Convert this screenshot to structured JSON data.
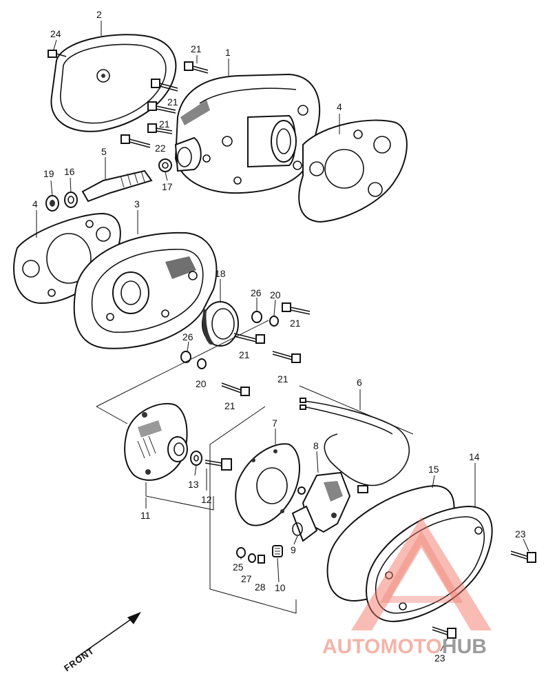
{
  "callouts": [
    {
      "id": "c2",
      "text": "2"
    },
    {
      "id": "c24",
      "text": "24"
    },
    {
      "id": "c21a",
      "text": "21"
    },
    {
      "id": "c1",
      "text": "1"
    },
    {
      "id": "c21b",
      "text": "21"
    },
    {
      "id": "c21c",
      "text": "21"
    },
    {
      "id": "c22",
      "text": "22"
    },
    {
      "id": "c4a",
      "text": "4"
    },
    {
      "id": "c5",
      "text": "5"
    },
    {
      "id": "c19",
      "text": "19"
    },
    {
      "id": "c16",
      "text": "16"
    },
    {
      "id": "c17",
      "text": "17"
    },
    {
      "id": "c4b",
      "text": "4"
    },
    {
      "id": "c3",
      "text": "3"
    },
    {
      "id": "c18",
      "text": "18"
    },
    {
      "id": "c26a",
      "text": "26"
    },
    {
      "id": "c20a",
      "text": "20"
    },
    {
      "id": "c21d",
      "text": "21"
    },
    {
      "id": "c26b",
      "text": "26"
    },
    {
      "id": "c21e",
      "text": "21"
    },
    {
      "id": "c20b",
      "text": "20"
    },
    {
      "id": "c21f",
      "text": "21"
    },
    {
      "id": "c21g",
      "text": "21"
    },
    {
      "id": "c6",
      "text": "6"
    },
    {
      "id": "c7",
      "text": "7"
    },
    {
      "id": "c8",
      "text": "8"
    },
    {
      "id": "c15",
      "text": "15"
    },
    {
      "id": "c14",
      "text": "14"
    },
    {
      "id": "c13",
      "text": "13"
    },
    {
      "id": "c12",
      "text": "12"
    },
    {
      "id": "c11",
      "text": "11"
    },
    {
      "id": "c9",
      "text": "9"
    },
    {
      "id": "c23a",
      "text": "23"
    },
    {
      "id": "c25",
      "text": "25"
    },
    {
      "id": "c27",
      "text": "27"
    },
    {
      "id": "c28",
      "text": "28"
    },
    {
      "id": "c10",
      "text": "10"
    },
    {
      "id": "c23b",
      "text": "23"
    }
  ],
  "front_label": "FRONT",
  "watermark": {
    "part_a": "AUTOMOTO",
    "part_b": "HUB",
    "color_a": "#f3b4a8",
    "color_b": "#9c9c9c",
    "triangle_color": "#f07060"
  }
}
